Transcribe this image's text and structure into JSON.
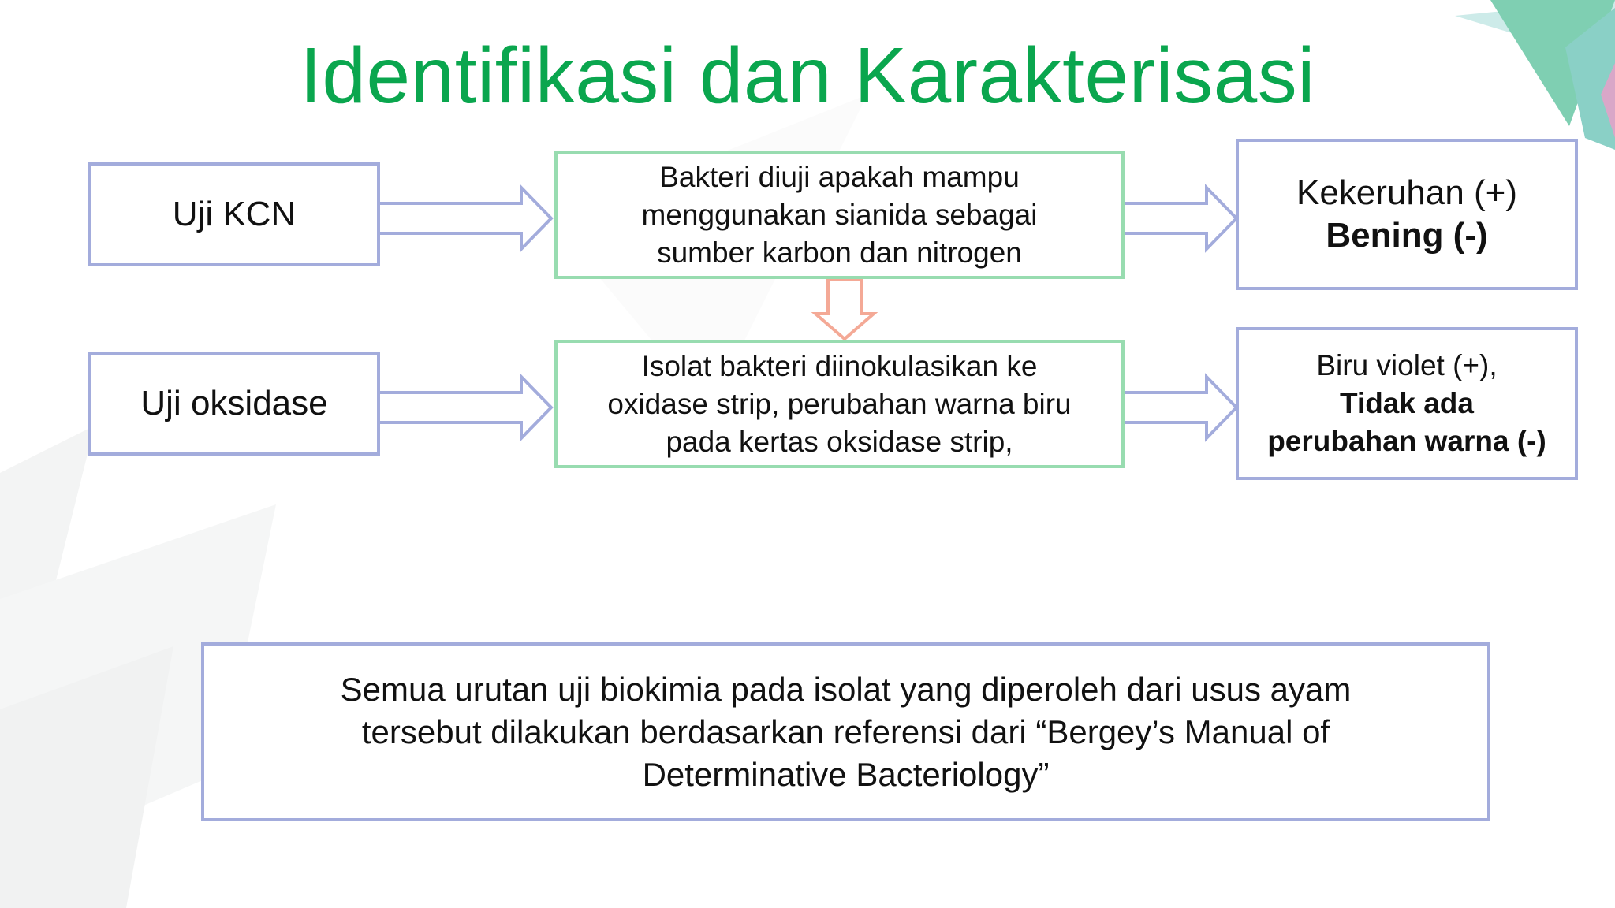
{
  "slide": {
    "title": "Identifikasi dan Karakterisasi",
    "rows": [
      {
        "test_label": "Uji KCN",
        "procedure_lines": [
          "Bakteri diuji apakah mampu",
          "menggunakan sianida sebagai",
          "sumber karbon dan nitrogen"
        ],
        "result_positive": "Kekeruhan (+)",
        "result_negative": "Bening (-)"
      },
      {
        "test_label": "Uji oksidase",
        "procedure_lines": [
          "Isolat bakteri diinokulasikan ke",
          "oxidase strip, perubahan warna biru",
          "pada kertas oksidase strip,"
        ],
        "result_positive": "Biru violet (+),",
        "result_negative_lines": [
          "Tidak ada",
          "perubahan warna (-)"
        ]
      }
    ],
    "note_lines": [
      "Semua urutan uji biokimia pada isolat yang diperoleh dari usus ayam",
      "tersebut dilakukan berdasarkan referensi dari “Bergey’s Manual of",
      "Determinative Bacteriology”"
    ]
  },
  "colors": {
    "title": "#0aa64e",
    "box_border_blue": "#a3acdc",
    "box_border_green": "#98dcb0",
    "arrow_outline_blue": "#a3acdc",
    "arrow_outline_salmon": "#f4a996"
  },
  "icons": [
    "right-block-arrow",
    "down-block-arrow",
    "corner-leaf-decoration"
  ]
}
